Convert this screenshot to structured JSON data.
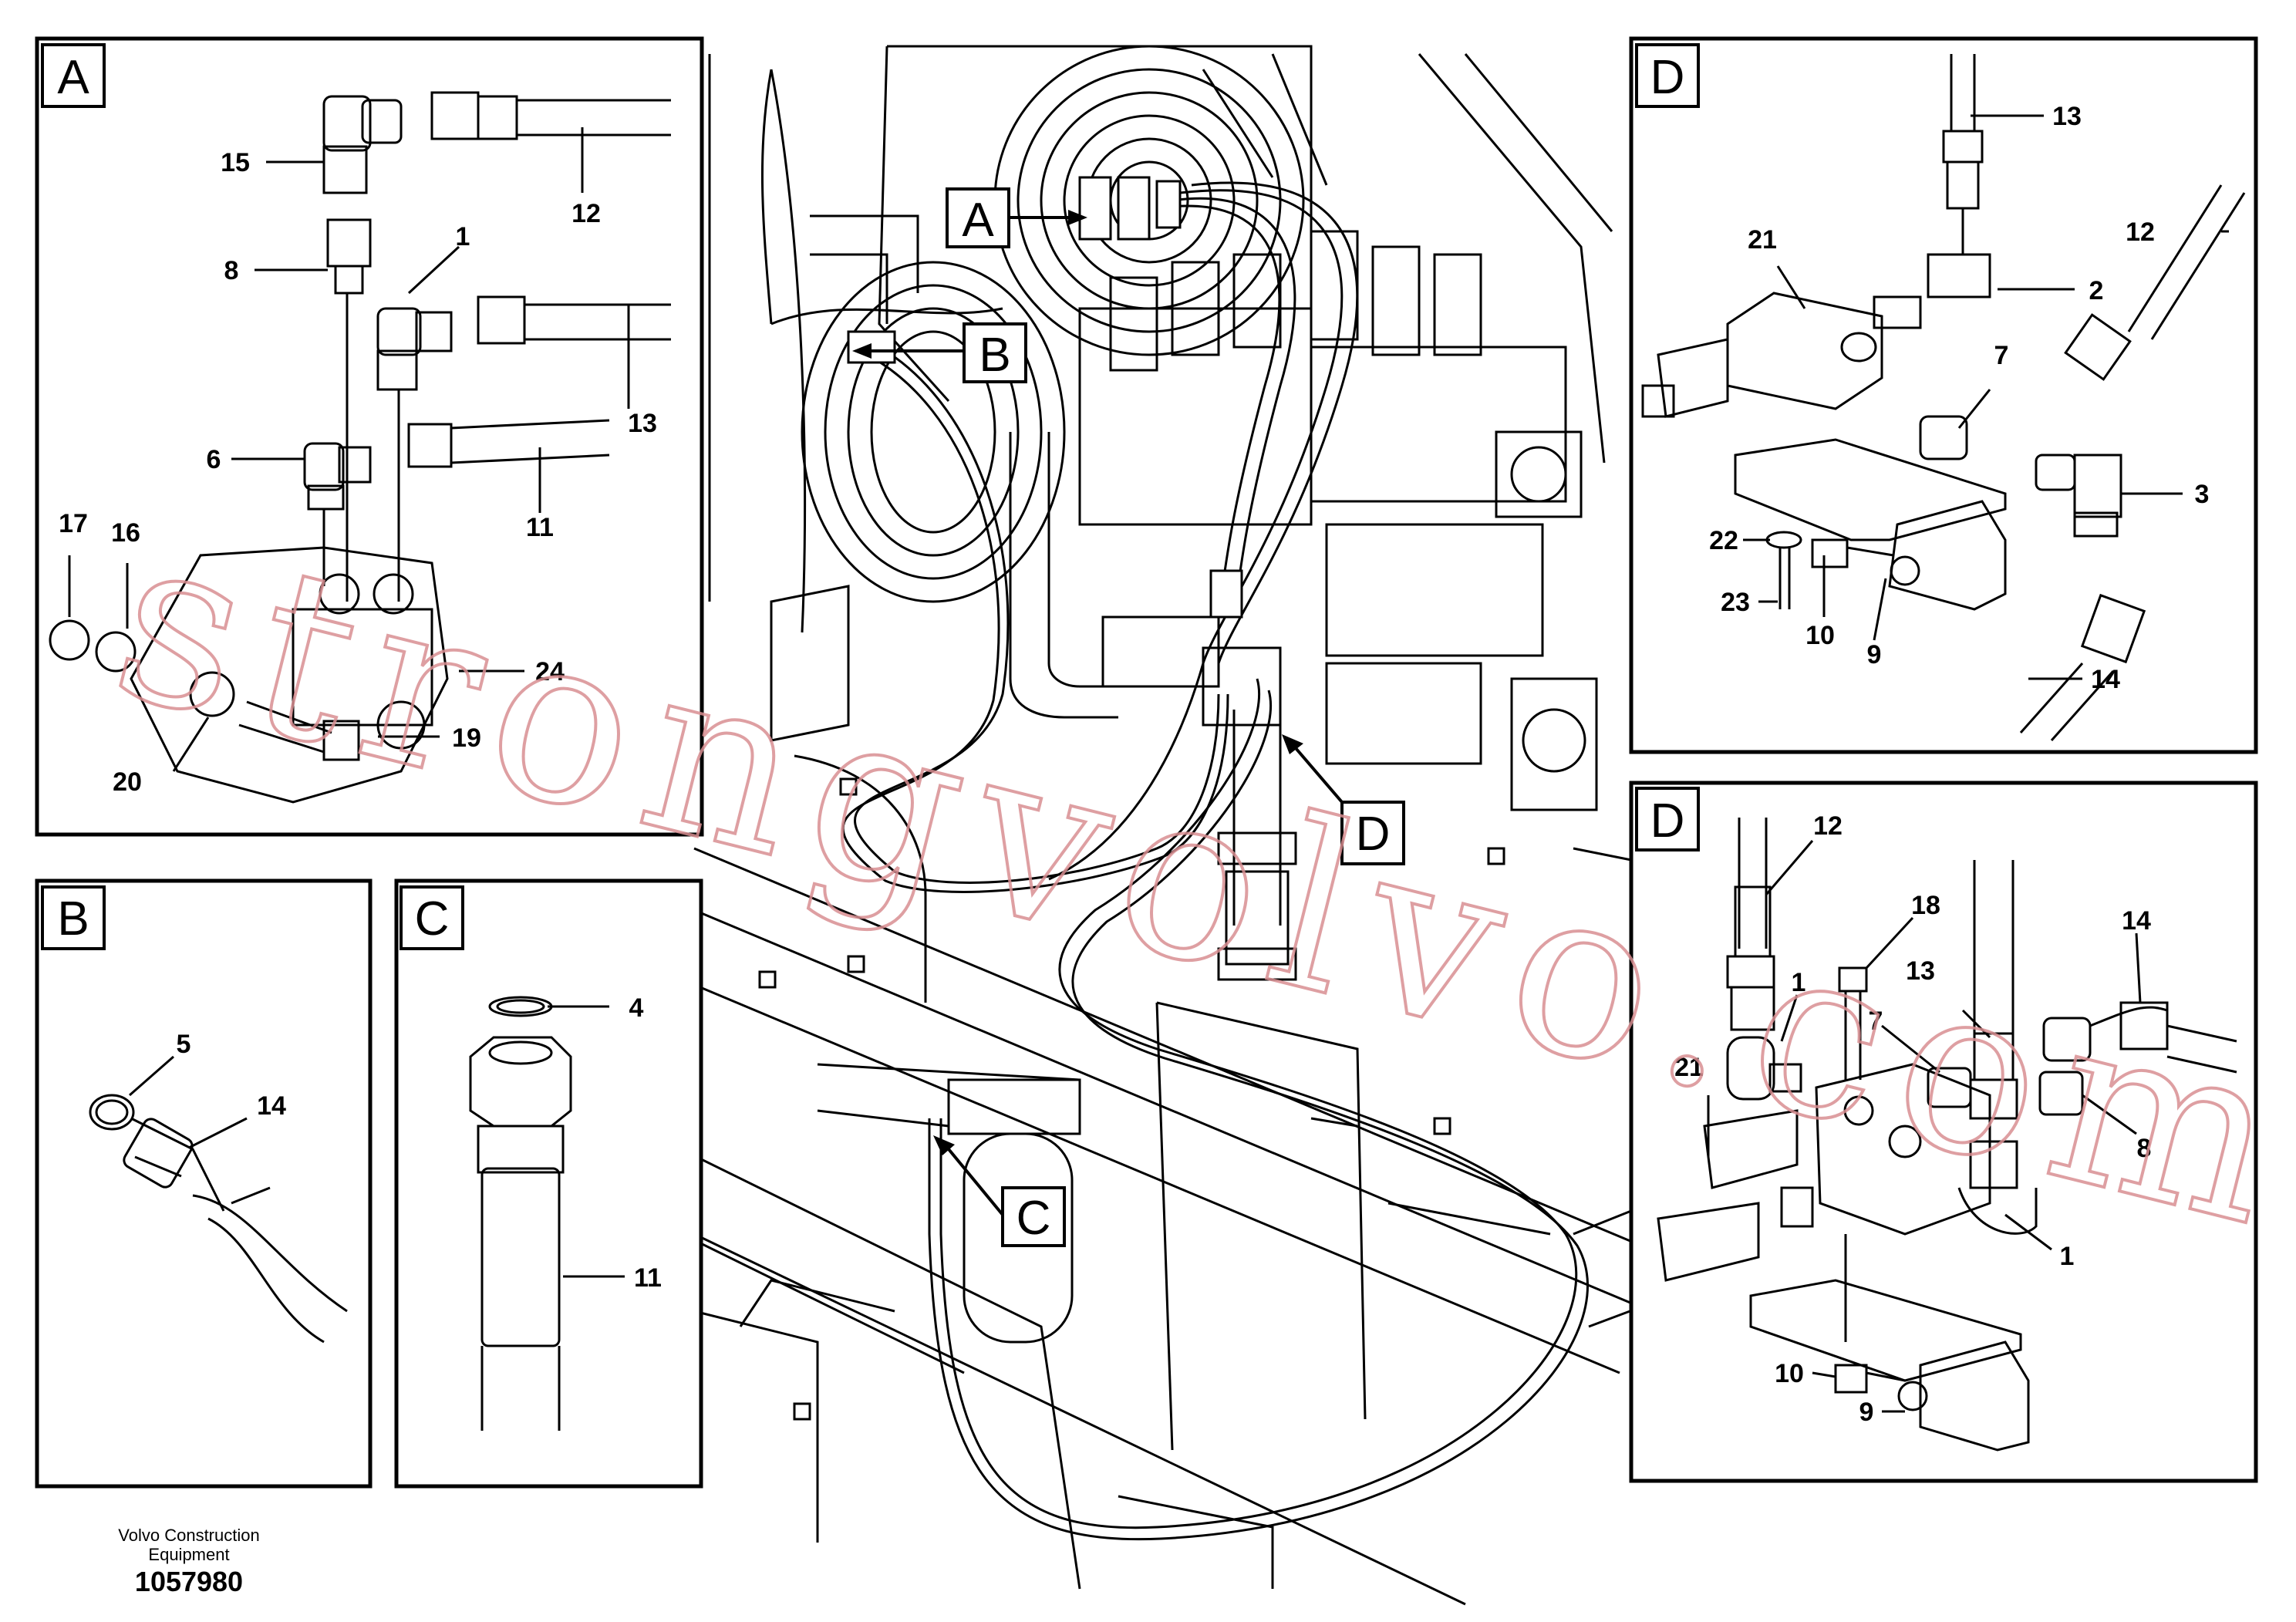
{
  "panels": {
    "A": {
      "tag": "A",
      "labels": [
        "15",
        "8",
        "1",
        "12",
        "13",
        "6",
        "11",
        "17",
        "16",
        "24",
        "19",
        "20"
      ]
    },
    "B": {
      "tag": "B",
      "labels": [
        "5",
        "14"
      ]
    },
    "C": {
      "tag": "C",
      "labels": [
        "4",
        "11"
      ]
    },
    "D_top": {
      "tag": "D",
      "labels": [
        "13",
        "21",
        "2",
        "12",
        "7",
        "3",
        "22",
        "23",
        "10",
        "9",
        "14"
      ]
    },
    "D_bottom": {
      "tag": "D",
      "labels": [
        "12",
        "18",
        "14",
        "1",
        "13",
        "7",
        "21",
        "8",
        "1",
        "10",
        "9"
      ]
    }
  },
  "callouts": {
    "A": "A",
    "B": "B",
    "C": "C",
    "D": "D"
  },
  "watermark": "strongvolvo.com",
  "footer": {
    "company_line1": "Volvo Construction",
    "company_line2": "Equipment",
    "drawing_number": "1057980"
  }
}
